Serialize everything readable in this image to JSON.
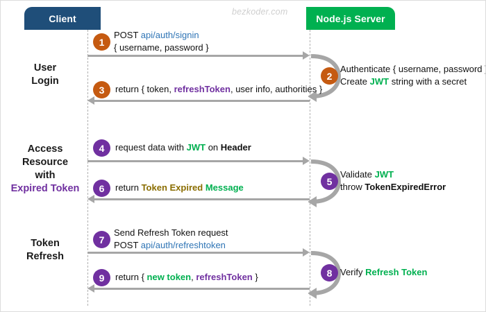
{
  "diagram": {
    "watermark": "bezkoder.com",
    "actors": {
      "client": "Client",
      "server": "Node.js Server"
    },
    "colors": {
      "client_header": "#1f4e79",
      "server_header": "#00b050",
      "badge_orange": "#c55a11",
      "badge_purple": "#7030a0",
      "arrow_gray": "#a6a6a6",
      "url_blue": "#2e74b5",
      "accent_purple": "#7030a0",
      "accent_green": "#00b050",
      "accent_gold": "#8a6d00",
      "lifeline_gray": "#b0b0b0"
    },
    "phases": [
      {
        "id": "user-login",
        "line1": "User",
        "line2": "Login",
        "line3": "",
        "line4": ""
      },
      {
        "id": "access-resource",
        "line1": "Access",
        "line2": "Resource",
        "line3": "with",
        "line4": "Expired Token"
      },
      {
        "id": "token-refresh",
        "line1": "Token",
        "line2": "Refresh",
        "line3": "",
        "line4": ""
      }
    ],
    "steps": [
      {
        "number": "1",
        "color": "orange",
        "actor": "client",
        "direction": "to-server",
        "line1": "POST api/auth/signin",
        "line2": "{ username, password }"
      },
      {
        "number": "2",
        "color": "orange",
        "actor": "server",
        "direction": "self",
        "line1": "Authenticate { username, password }",
        "line2": "Create JWT string with a secret"
      },
      {
        "number": "3",
        "color": "orange",
        "actor": "client",
        "direction": "to-client",
        "line1": "return { token, refreshToken, user info, authorities }",
        "line2": ""
      },
      {
        "number": "4",
        "color": "purple",
        "actor": "client",
        "direction": "to-server",
        "line1": "request data with JWT on Header",
        "line2": ""
      },
      {
        "number": "5",
        "color": "purple",
        "actor": "server",
        "direction": "self",
        "line1": "Validate JWT",
        "line2": "throw TokenExpiredError"
      },
      {
        "number": "6",
        "color": "purple",
        "actor": "client",
        "direction": "to-client",
        "line1": "return Token Expired Message",
        "line2": ""
      },
      {
        "number": "7",
        "color": "purple",
        "actor": "client",
        "direction": "to-server",
        "line1": "Send Refresh Token request",
        "line2": "POST api/auth/refreshtoken"
      },
      {
        "number": "8",
        "color": "purple",
        "actor": "server",
        "direction": "self",
        "line1": "Verify Refresh Token",
        "line2": ""
      },
      {
        "number": "9",
        "color": "purple",
        "actor": "client",
        "direction": "to-client",
        "line1": "return { new token, refreshToken }",
        "line2": ""
      }
    ],
    "step_text": {
      "s1_a": "POST ",
      "s1_url": "api/auth/signin",
      "s1_b": "{ username, password }",
      "s2_a": "Authenticate { username, password }",
      "s2_b1": "Create ",
      "s2_jwt": "JWT",
      "s2_b2": " string with a secret",
      "s3_a": "return { token, ",
      "s3_refresh": "refreshToken",
      "s3_b": ", user info, authorities }",
      "s4_a": "request data with ",
      "s4_jwt": "JWT",
      "s4_b": " on ",
      "s4_header": "Header",
      "s5_a": "Validate ",
      "s5_jwt": "JWT",
      "s5_b": "throw ",
      "s5_err": "TokenExpiredError",
      "s6_a": "return ",
      "s6_expired": "Token Expired",
      "s6_msg": "Message",
      "s7_a": "Send Refresh Token request",
      "s7_b": "POST ",
      "s7_url": "api/auth/refreshtoken",
      "s8_a": "Verify ",
      "s8_green": "Refresh Token",
      "s9_a": "return { ",
      "s9_new": "new token",
      "s9_b": ", ",
      "s9_refresh": "refreshToken",
      "s9_c": " }"
    }
  }
}
